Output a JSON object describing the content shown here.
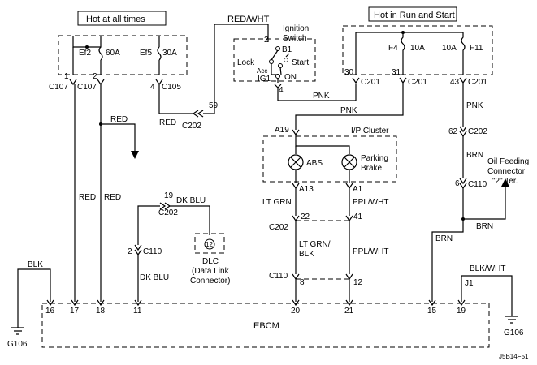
{
  "labels": {
    "hot_all_times": "Hot at all times",
    "hot_run_start": "Hot in Run and Start",
    "red_wht": "RED/WHT",
    "ignition_switch_1": "Ignition",
    "ignition_switch_2": "Switch",
    "sw_b1": "B1",
    "sw_lock": "Lock",
    "sw_acc": "Acc",
    "sw_start": "Start",
    "sw_ig1": "IG1",
    "sw_on": "ON",
    "sw_pin2": "2",
    "sw_pin4": "4",
    "ef2": "Ef2",
    "ef2_amp": "60A",
    "ef5": "Ef5",
    "ef5_amp": "30A",
    "f4": "F4",
    "f4_amp": "10A",
    "f11": "F11",
    "f11_amp": "10A",
    "c107a_pin": "1",
    "c107a": "C107",
    "c107b_pin": "2",
    "c107b": "C107",
    "c105_pin": "4",
    "c105": "C105",
    "c202_59_pin": "59",
    "c202_59": "C202",
    "red_1": "RED",
    "red_2": "RED",
    "red_3": "RED",
    "red_4": "RED",
    "c201a_pin": "30",
    "c201a": "C201",
    "c201b_pin": "31",
    "c201b": "C201",
    "c201c_pin": "43",
    "c201c": "C201",
    "pnk_1": "PNK",
    "pnk_2": "PNK",
    "pnk_3": "PNK",
    "a19": "A19",
    "ip_cluster": "I/P Cluster",
    "abs": "ABS",
    "parking_brake_1": "Parking",
    "parking_brake_2": "Brake",
    "a13": "A13",
    "a1": "A1",
    "lt_grn": "LT GRN",
    "ppl_wht_1": "PPL/WHT",
    "c202_62_pin": "62",
    "c202_62": "C202",
    "brn_1": "BRN",
    "brn_2": "BRN",
    "brn_3": "BRN",
    "c110_6_pin": "6",
    "c110_6": "C110",
    "oil_1": "Oil Feeding",
    "oil_2": "Connector",
    "oil_3": "\"2\" Ter.",
    "c202_19_pin": "19",
    "c202_19": "C202",
    "dk_blu_1": "DK BLU",
    "dk_blu_2": "DK BLU",
    "c110_2_pin": "2",
    "c110_2": "C110",
    "dlc_pin": "12",
    "dlc_1": "DLC",
    "dlc_2": "(Data Link",
    "dlc_3": "Connector)",
    "c202_22_41": "C202",
    "pin22": "22",
    "pin41": "41",
    "lt_grn_blk_1": "LT GRN/",
    "lt_grn_blk_2": "BLK",
    "ppl_wht_2": "PPL/WHT",
    "c110_8_12": "C110",
    "pin8": "8",
    "pin12": "12",
    "blk": "BLK",
    "blk_wht": "BLK/WHT",
    "j1": "J1",
    "ebcm": "EBCM",
    "ebcm_pins": [
      "16",
      "17",
      "18",
      "11",
      "20",
      "21",
      "15",
      "19"
    ],
    "g106_left": "G106",
    "g106_right": "G106",
    "diagram_id": "J5B14F51"
  }
}
